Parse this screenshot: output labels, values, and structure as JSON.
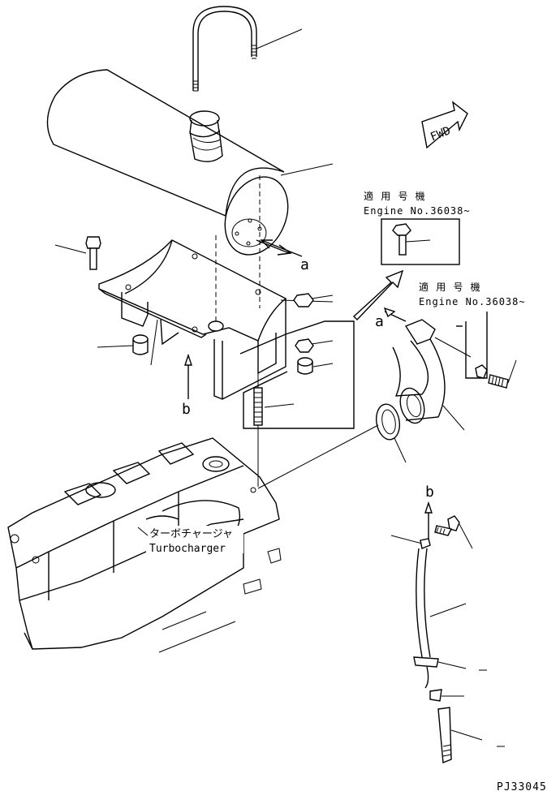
{
  "fwd_label": "FWD",
  "callout_a_left": "a",
  "callout_a_right": "a",
  "callout_b_left": "b",
  "callout_b_right": "b",
  "applicability_1": {
    "line1": "適 用 号 機",
    "line2": "Engine No.36038~"
  },
  "applicability_2": {
    "line1": "適 用 号 機",
    "line2": "Engine No.36038~"
  },
  "turbocharger_jp": "ターボチャージャ",
  "turbocharger_en": "Turbocharger",
  "drawing_number": "PJ33045"
}
